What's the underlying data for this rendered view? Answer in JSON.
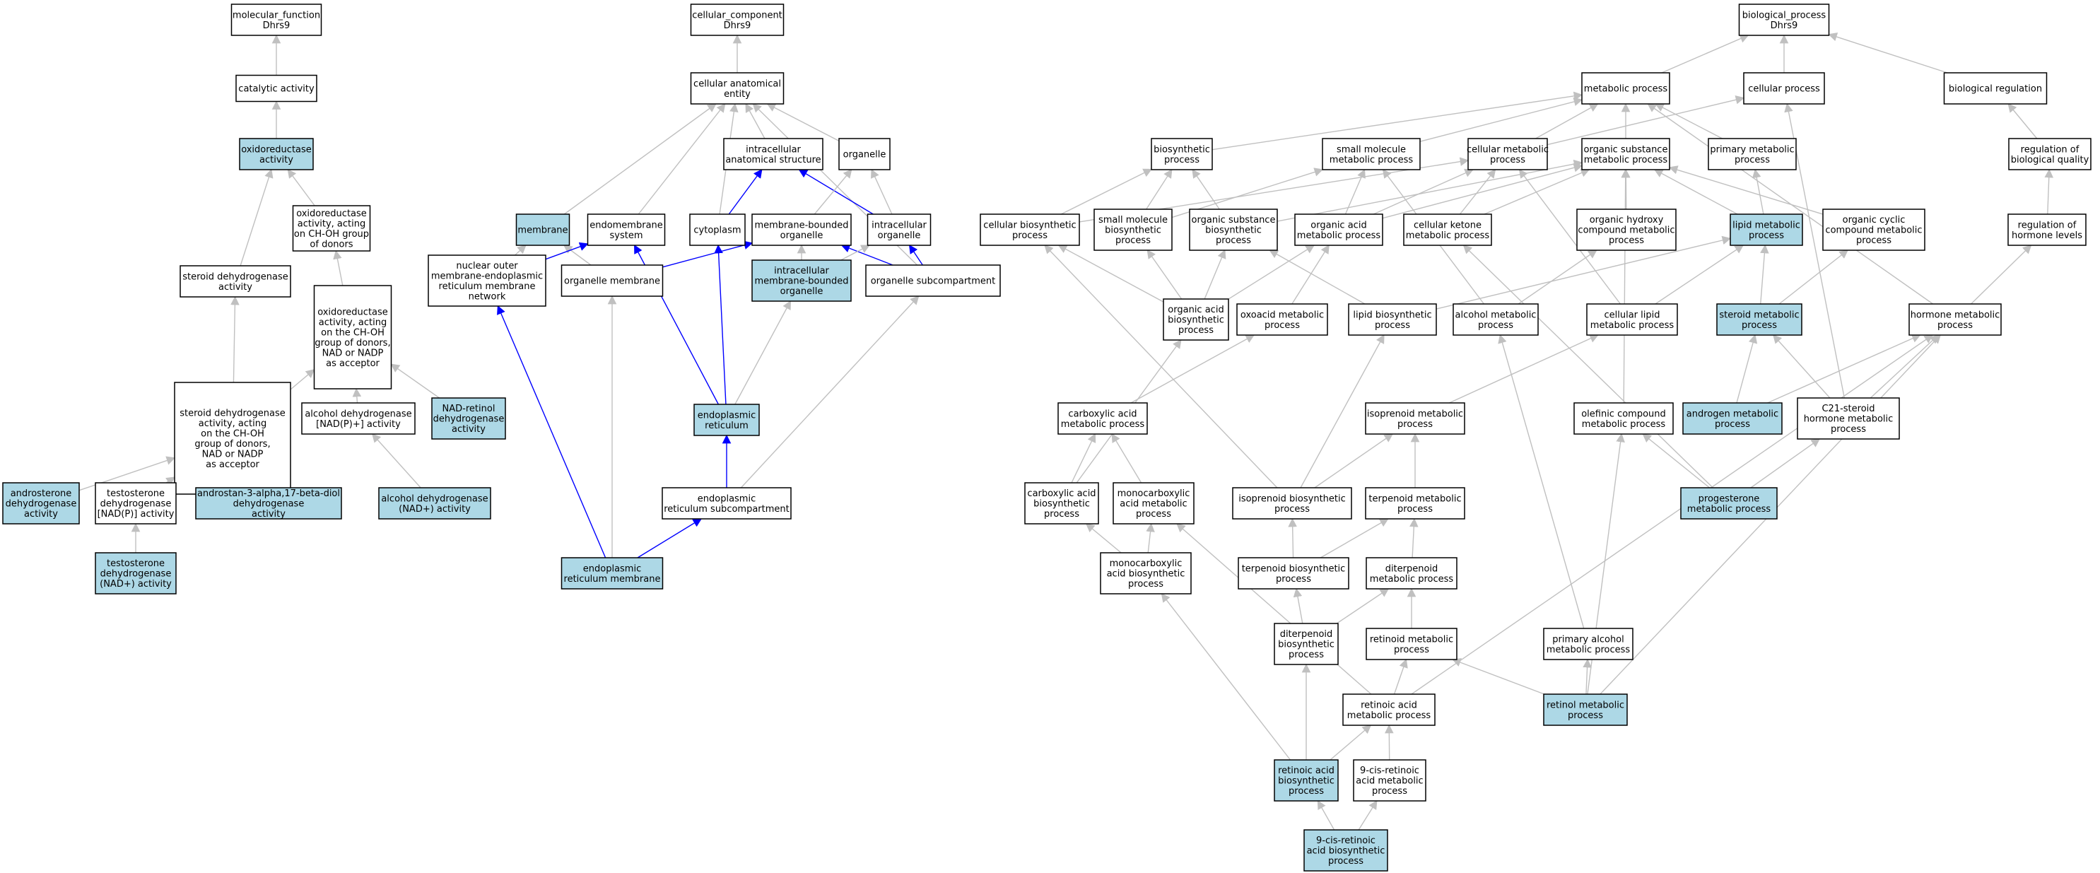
{
  "colors": {
    "highlight": "#add8e6",
    "plain": "#ffffff",
    "gray_edge": "#c0c0c0",
    "blue_edge": "#0000ff"
  },
  "nodes": [
    {
      "id": "mf",
      "label": "molecular_function\nDhrs9",
      "hl": false
    },
    {
      "id": "catalytic",
      "label": "catalytic activity",
      "hl": false
    },
    {
      "id": "oxred",
      "label": "oxidoreductase\nactivity",
      "hl": true
    },
    {
      "id": "oxred_choh",
      "label": "oxidoreductase\nactivity, acting\non CH-OH group\nof donors",
      "hl": false
    },
    {
      "id": "oxred_nad",
      "label": "oxidoreductase\nactivity, acting\non the CH-OH\ngroup of donors,\nNAD or NADP\nas acceptor",
      "hl": false
    },
    {
      "id": "steroid_dh",
      "label": "steroid dehydrogenase\nactivity",
      "hl": false
    },
    {
      "id": "steroid_dh_choh",
      "label": "steroid dehydrogenase\nactivity, acting\non the CH-OH\ngroup of donors,\nNAD or NADP\nas acceptor",
      "hl": false
    },
    {
      "id": "alcohol_dh_nadp",
      "label": "alcohol dehydrogenase\n[NAD(P)+] activity",
      "hl": false
    },
    {
      "id": "nad_retinol",
      "label": "NAD-retinol\ndehydrogenase\nactivity",
      "hl": true
    },
    {
      "id": "androsterone",
      "label": "androsterone\ndehydrogenase\nactivity",
      "hl": true
    },
    {
      "id": "testo_nadp",
      "label": "testosterone\ndehydrogenase\n[NAD(P)] activity",
      "hl": false
    },
    {
      "id": "androstan",
      "label": "androstan-3-alpha,17-beta-diol\ndehydrogenase\nactivity",
      "hl": true
    },
    {
      "id": "alcohol_dh_nad",
      "label": "alcohol dehydrogenase\n(NAD+) activity",
      "hl": true
    },
    {
      "id": "testo_nad",
      "label": "testosterone\ndehydrogenase\n(NAD+) activity",
      "hl": true
    },
    {
      "id": "cc",
      "label": "cellular_component\nDhrs9",
      "hl": false
    },
    {
      "id": "cae",
      "label": "cellular anatomical\nentity",
      "hl": false
    },
    {
      "id": "ias",
      "label": "intracellular\nanatomical structure",
      "hl": false
    },
    {
      "id": "organelle",
      "label": "organelle",
      "hl": false
    },
    {
      "id": "membrane",
      "label": "membrane",
      "hl": true
    },
    {
      "id": "endomembrane",
      "label": "endomembrane\nsystem",
      "hl": false
    },
    {
      "id": "cytoplasm",
      "label": "cytoplasm",
      "hl": false
    },
    {
      "id": "mbo",
      "label": "membrane-bounded\norganelle",
      "hl": false
    },
    {
      "id": "intra_org",
      "label": "intracellular\norganelle",
      "hl": false
    },
    {
      "id": "nuclear_outer",
      "label": "nuclear outer\nmembrane-endoplasmic\nreticulum membrane\nnetwork",
      "hl": false
    },
    {
      "id": "org_membrane",
      "label": "organelle membrane",
      "hl": false
    },
    {
      "id": "imbo",
      "label": "intracellular\nmembrane-bounded\norganelle",
      "hl": true
    },
    {
      "id": "org_subcomp",
      "label": "organelle subcompartment",
      "hl": false
    },
    {
      "id": "er",
      "label": "endoplasmic\nreticulum",
      "hl": true
    },
    {
      "id": "er_subcomp",
      "label": "endoplasmic\nreticulum subcompartment",
      "hl": false
    },
    {
      "id": "er_membrane",
      "label": "endoplasmic\nreticulum membrane",
      "hl": true
    },
    {
      "id": "bp",
      "label": "biological_process\nDhrs9",
      "hl": false
    },
    {
      "id": "metabolic",
      "label": "metabolic process",
      "hl": false
    },
    {
      "id": "cellular_proc",
      "label": "cellular process",
      "hl": false
    },
    {
      "id": "bio_reg",
      "label": "biological regulation",
      "hl": false
    },
    {
      "id": "biosynthetic",
      "label": "biosynthetic\nprocess",
      "hl": false
    },
    {
      "id": "small_mol",
      "label": "small molecule\nmetabolic process",
      "hl": false
    },
    {
      "id": "cell_met",
      "label": "cellular metabolic\nprocess",
      "hl": false
    },
    {
      "id": "org_subst",
      "label": "organic substance\nmetabolic process",
      "hl": false
    },
    {
      "id": "primary_met",
      "label": "primary metabolic\nprocess",
      "hl": false
    },
    {
      "id": "reg_bio_quality",
      "label": "regulation of\nbiological quality",
      "hl": false
    },
    {
      "id": "cell_bio",
      "label": "cellular biosynthetic\nprocess",
      "hl": false
    },
    {
      "id": "small_mol_bio",
      "label": "small molecule\nbiosynthetic\nprocess",
      "hl": false
    },
    {
      "id": "org_subst_bio",
      "label": "organic substance\nbiosynthetic\nprocess",
      "hl": false
    },
    {
      "id": "org_acid",
      "label": "organic acid\nmetabolic process",
      "hl": false
    },
    {
      "id": "cell_ketone",
      "label": "cellular ketone\nmetabolic process",
      "hl": false
    },
    {
      "id": "org_hydroxy",
      "label": "organic hydroxy\ncompound metabolic\nprocess",
      "hl": false
    },
    {
      "id": "lipid_met",
      "label": "lipid metabolic\nprocess",
      "hl": true
    },
    {
      "id": "org_cyclic",
      "label": "organic cyclic\ncompound metabolic\nprocess",
      "hl": false
    },
    {
      "id": "reg_hormone",
      "label": "regulation of\nhormone levels",
      "hl": false
    },
    {
      "id": "org_acid_bio",
      "label": "organic acid\nbiosynthetic\nprocess",
      "hl": false
    },
    {
      "id": "oxoacid",
      "label": "oxoacid metabolic\nprocess",
      "hl": false
    },
    {
      "id": "lipid_bio",
      "label": "lipid biosynthetic\nprocess",
      "hl": false
    },
    {
      "id": "alcohol_met",
      "label": "alcohol metabolic\nprocess",
      "hl": false
    },
    {
      "id": "cell_lipid",
      "label": "cellular lipid\nmetabolic process",
      "hl": false
    },
    {
      "id": "steroid_met",
      "label": "steroid metabolic\nprocess",
      "hl": true
    },
    {
      "id": "hormone_met",
      "label": "hormone metabolic\nprocess",
      "hl": false
    },
    {
      "id": "carboxylic",
      "label": "carboxylic acid\nmetabolic process",
      "hl": false
    },
    {
      "id": "isoprenoid_met",
      "label": "isoprenoid metabolic\nprocess",
      "hl": false
    },
    {
      "id": "olefinic",
      "label": "olefinic compound\nmetabolic process",
      "hl": false
    },
    {
      "id": "androgen",
      "label": "androgen metabolic\nprocess",
      "hl": true
    },
    {
      "id": "c21",
      "label": "C21-steroid\nhormone metabolic\nprocess",
      "hl": false
    },
    {
      "id": "carbox_bio",
      "label": "carboxylic acid\nbiosynthetic\nprocess",
      "hl": false
    },
    {
      "id": "monocarb",
      "label": "monocarboxylic\nacid metabolic\nprocess",
      "hl": false
    },
    {
      "id": "isoprenoid_bio",
      "label": "isoprenoid biosynthetic\nprocess",
      "hl": false
    },
    {
      "id": "terpenoid_met",
      "label": "terpenoid metabolic\nprocess",
      "hl": false
    },
    {
      "id": "progesterone",
      "label": "progesterone\nmetabolic process",
      "hl": true
    },
    {
      "id": "monocarb_bio",
      "label": "monocarboxylic\nacid biosynthetic\nprocess",
      "hl": false
    },
    {
      "id": "terpenoid_bio",
      "label": "terpenoid biosynthetic\nprocess",
      "hl": false
    },
    {
      "id": "diterpenoid_met",
      "label": "diterpenoid\nmetabolic process",
      "hl": false
    },
    {
      "id": "diterpenoid_bio",
      "label": "diterpenoid\nbiosynthetic\nprocess",
      "hl": false
    },
    {
      "id": "retinoid_met",
      "label": "retinoid metabolic\nprocess",
      "hl": false
    },
    {
      "id": "primary_alcohol",
      "label": "primary alcohol\nmetabolic process",
      "hl": false
    },
    {
      "id": "retinoic_met",
      "label": "retinoic acid\nmetabolic process",
      "hl": false
    },
    {
      "id": "retinol_met",
      "label": "retinol metabolic\nprocess",
      "hl": true
    },
    {
      "id": "retinoic_bio",
      "label": "retinoic acid\nbiosynthetic\nprocess",
      "hl": true
    },
    {
      "id": "nine_cis_met",
      "label": "9-cis-retinoic\nacid metabolic\nprocess",
      "hl": false
    },
    {
      "id": "nine_cis_bio",
      "label": "9-cis-retinoic\nacid biosynthetic\nprocess",
      "hl": true
    }
  ],
  "edges": [
    [
      "catalytic",
      "mf",
      "g"
    ],
    [
      "oxred",
      "catalytic",
      "g"
    ],
    [
      "oxred_choh",
      "oxred",
      "g"
    ],
    [
      "oxred_nad",
      "oxred_choh",
      "g"
    ],
    [
      "steroid_dh",
      "oxred",
      "g"
    ],
    [
      "steroid_dh_choh",
      "steroid_dh",
      "g"
    ],
    [
      "steroid_dh_choh",
      "oxred_nad",
      "g"
    ],
    [
      "alcohol_dh_nadp",
      "oxred_nad",
      "g"
    ],
    [
      "nad_retinol",
      "oxred_nad",
      "g"
    ],
    [
      "androsterone",
      "steroid_dh_choh",
      "g"
    ],
    [
      "testo_nadp",
      "steroid_dh_choh",
      "g"
    ],
    [
      "androstan",
      "steroid_dh_choh",
      "g"
    ],
    [
      "alcohol_dh_nad",
      "alcohol_dh_nadp",
      "g"
    ],
    [
      "testo_nad",
      "testo_nadp",
      "g"
    ],
    [
      "cae",
      "cc",
      "g"
    ],
    [
      "ias",
      "cae",
      "g"
    ],
    [
      "organelle",
      "cae",
      "g"
    ],
    [
      "membrane",
      "cae",
      "g"
    ],
    [
      "endomembrane",
      "cae",
      "g"
    ],
    [
      "cytoplasm",
      "cae",
      "g"
    ],
    [
      "org_subcomp",
      "cae",
      "g"
    ],
    [
      "cytoplasm",
      "ias",
      "b"
    ],
    [
      "intra_org",
      "ias",
      "b"
    ],
    [
      "mbo",
      "organelle",
      "g"
    ],
    [
      "intra_org",
      "organelle",
      "g"
    ],
    [
      "nuclear_outer",
      "membrane",
      "g"
    ],
    [
      "org_membrane",
      "membrane",
      "g"
    ],
    [
      "nuclear_outer",
      "endomembrane",
      "b"
    ],
    [
      "er",
      "endomembrane",
      "b"
    ],
    [
      "org_membrane",
      "mbo",
      "b"
    ],
    [
      "imbo",
      "mbo",
      "g"
    ],
    [
      "org_subcomp",
      "mbo",
      "b"
    ],
    [
      "imbo",
      "intra_org",
      "g"
    ],
    [
      "org_subcomp",
      "intra_org",
      "b"
    ],
    [
      "er",
      "cytoplasm",
      "b"
    ],
    [
      "er",
      "imbo",
      "g"
    ],
    [
      "er_subcomp",
      "er",
      "b"
    ],
    [
      "er_subcomp",
      "org_subcomp",
      "g"
    ],
    [
      "er_membrane",
      "org_membrane",
      "g"
    ],
    [
      "er_membrane",
      "er_subcomp",
      "b"
    ],
    [
      "er_membrane",
      "nuclear_outer",
      "b"
    ],
    [
      "metabolic",
      "bp",
      "g"
    ],
    [
      "cellular_proc",
      "bp",
      "g"
    ],
    [
      "bio_reg",
      "bp",
      "g"
    ],
    [
      "reg_bio_quality",
      "bio_reg",
      "g"
    ],
    [
      "reg_hormone",
      "reg_bio_quality",
      "g"
    ],
    [
      "hormone_met",
      "reg_hormone",
      "g"
    ],
    [
      "biosynthetic",
      "metabolic",
      "g"
    ],
    [
      "small_mol",
      "metabolic",
      "g"
    ],
    [
      "cell_met",
      "metabolic",
      "g"
    ],
    [
      "cell_met",
      "cellular_proc",
      "g"
    ],
    [
      "org_subst",
      "metabolic",
      "g"
    ],
    [
      "primary_met",
      "metabolic",
      "g"
    ],
    [
      "hormone_met",
      "metabolic",
      "g"
    ],
    [
      "cell_bio",
      "biosynthetic",
      "g"
    ],
    [
      "cell_bio",
      "cell_met",
      "g"
    ],
    [
      "small_mol_bio",
      "biosynthetic",
      "g"
    ],
    [
      "small_mol_bio",
      "small_mol",
      "g"
    ],
    [
      "org_subst_bio",
      "biosynthetic",
      "g"
    ],
    [
      "org_subst_bio",
      "org_subst",
      "g"
    ],
    [
      "org_acid",
      "small_mol",
      "g"
    ],
    [
      "org_acid",
      "cell_met",
      "g"
    ],
    [
      "org_acid",
      "org_subst",
      "g"
    ],
    [
      "cell_ketone",
      "cell_met",
      "g"
    ],
    [
      "cell_ketone",
      "org_subst",
      "g"
    ],
    [
      "org_hydroxy",
      "org_subst",
      "g"
    ],
    [
      "lipid_met",
      "org_subst",
      "g"
    ],
    [
      "lipid_met",
      "primary_met",
      "g"
    ],
    [
      "org_cyclic",
      "org_subst",
      "g"
    ],
    [
      "org_acid_bio",
      "cell_bio",
      "g"
    ],
    [
      "org_acid_bio",
      "small_mol_bio",
      "g"
    ],
    [
      "org_acid_bio",
      "org_subst_bio",
      "g"
    ],
    [
      "org_acid_bio",
      "org_acid",
      "g"
    ],
    [
      "oxoacid",
      "org_acid",
      "g"
    ],
    [
      "lipid_bio",
      "org_subst_bio",
      "g"
    ],
    [
      "lipid_bio",
      "lipid_met",
      "g"
    ],
    [
      "alcohol_met",
      "small_mol",
      "g"
    ],
    [
      "alcohol_met",
      "org_hydroxy",
      "g"
    ],
    [
      "cell_lipid",
      "cell_met",
      "g"
    ],
    [
      "cell_lipid",
      "lipid_met",
      "g"
    ],
    [
      "steroid_met",
      "lipid_met",
      "g"
    ],
    [
      "steroid_met",
      "org_cyclic",
      "g"
    ],
    [
      "carboxylic",
      "oxoacid",
      "g"
    ],
    [
      "isoprenoid_met",
      "cell_lipid",
      "g"
    ],
    [
      "olefinic",
      "org_subst",
      "g"
    ],
    [
      "androgen",
      "steroid_met",
      "g"
    ],
    [
      "androgen",
      "hormone_met",
      "g"
    ],
    [
      "c21",
      "steroid_met",
      "g"
    ],
    [
      "c21",
      "hormone_met",
      "g"
    ],
    [
      "c21",
      "cellular_proc",
      "g"
    ],
    [
      "carbox_bio",
      "carboxylic",
      "g"
    ],
    [
      "carbox_bio",
      "org_acid_bio",
      "g"
    ],
    [
      "monocarb",
      "carboxylic",
      "g"
    ],
    [
      "isoprenoid_bio",
      "isoprenoid_met",
      "g"
    ],
    [
      "isoprenoid_bio",
      "lipid_bio",
      "g"
    ],
    [
      "isoprenoid_bio",
      "cell_bio",
      "g"
    ],
    [
      "terpenoid_met",
      "isoprenoid_met",
      "g"
    ],
    [
      "progesterone",
      "c21",
      "g"
    ],
    [
      "progesterone",
      "olefinic",
      "g"
    ],
    [
      "progesterone",
      "cell_ketone",
      "g"
    ],
    [
      "monocarb_bio",
      "carbox_bio",
      "g"
    ],
    [
      "monocarb_bio",
      "monocarb",
      "g"
    ],
    [
      "terpenoid_bio",
      "isoprenoid_bio",
      "g"
    ],
    [
      "terpenoid_bio",
      "terpenoid_met",
      "g"
    ],
    [
      "diterpenoid_met",
      "terpenoid_met",
      "g"
    ],
    [
      "diterpenoid_bio",
      "terpenoid_bio",
      "g"
    ],
    [
      "diterpenoid_bio",
      "diterpenoid_met",
      "g"
    ],
    [
      "retinoid_met",
      "diterpenoid_met",
      "g"
    ],
    [
      "primary_alcohol",
      "alcohol_met",
      "g"
    ],
    [
      "retinoic_met",
      "retinoid_met",
      "g"
    ],
    [
      "retinoic_met",
      "monocarb",
      "g"
    ],
    [
      "retinoic_met",
      "hormone_met",
      "g"
    ],
    [
      "retinol_met",
      "retinoid_met",
      "g"
    ],
    [
      "retinol_met",
      "primary_alcohol",
      "g"
    ],
    [
      "retinol_met",
      "olefinic",
      "g"
    ],
    [
      "retinol_met",
      "hormone_met",
      "g"
    ],
    [
      "retinoic_bio",
      "diterpenoid_bio",
      "g"
    ],
    [
      "retinoic_bio",
      "retinoic_met",
      "g"
    ],
    [
      "retinoic_bio",
      "monocarb_bio",
      "g"
    ],
    [
      "nine_cis_met",
      "retinoic_met",
      "g"
    ],
    [
      "nine_cis_bio",
      "retinoic_bio",
      "g"
    ],
    [
      "nine_cis_bio",
      "nine_cis_met",
      "g"
    ]
  ]
}
